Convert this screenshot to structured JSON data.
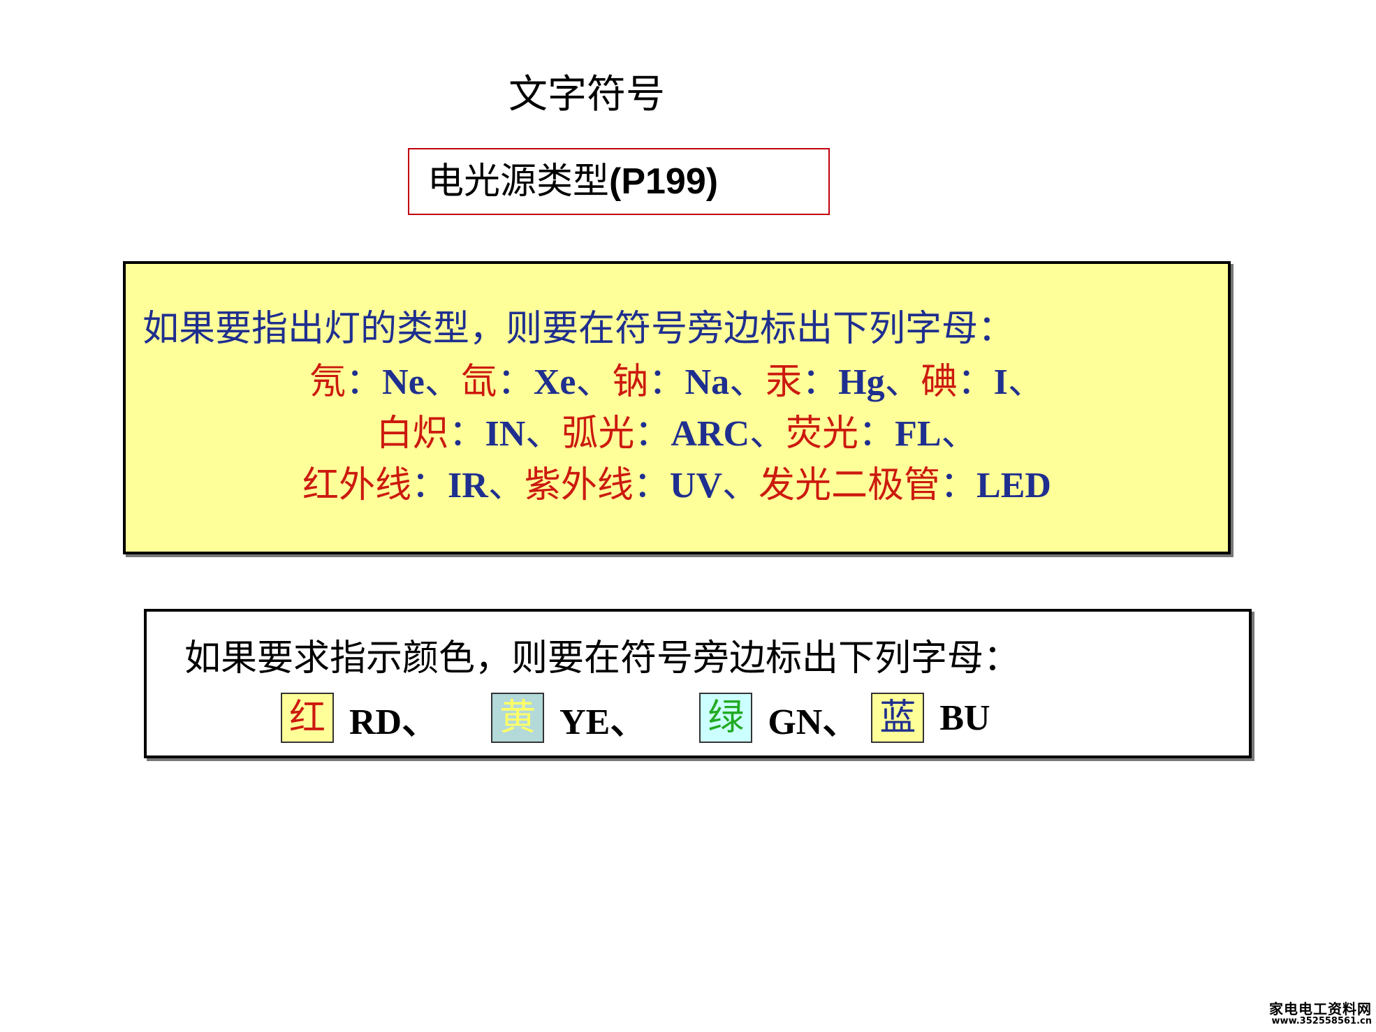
{
  "title": "文字符号",
  "subtitle": {
    "text": "电光源类型",
    "ref": "(P199)",
    "border_color": "#c0000f"
  },
  "lamp_types": {
    "intro": "如果要指出灯的类型，则要在符号旁边标出下列字母：",
    "background": "#ffff99",
    "items": [
      {
        "name": "氖",
        "code": "Ne"
      },
      {
        "name": "氙",
        "code": "Xe"
      },
      {
        "name": "钠",
        "code": "Na"
      },
      {
        "name": "汞",
        "code": "Hg"
      },
      {
        "name": "碘",
        "code": "I"
      },
      {
        "name": "白炽",
        "code": "IN"
      },
      {
        "name": "弧光",
        "code": "ARC"
      },
      {
        "name": "荧光",
        "code": "FL"
      },
      {
        "name": "红外线",
        "code": "IR"
      },
      {
        "name": "紫外线",
        "code": "UV"
      },
      {
        "name": "发光二极管",
        "code": "LED"
      }
    ],
    "colon": "：",
    "separator": "、"
  },
  "colors": {
    "intro": "如果要求指示颜色，则要在符号旁边标出下列字母：",
    "items": [
      {
        "name": "红",
        "code": "RD、",
        "text_color": "#cc1a0f",
        "bg_color": "#ffff99"
      },
      {
        "name": "黄",
        "code": "YE、",
        "text_color": "#ffff66",
        "bg_color": "#b3d9d9"
      },
      {
        "name": "绿",
        "code": "GN、",
        "text_color": "#22aa22",
        "bg_color": "#ccffff"
      },
      {
        "name": "蓝",
        "code": "BU",
        "text_color": "#1f2f8f",
        "bg_color": "#ffff99"
      }
    ]
  },
  "watermark": {
    "name": "家电电工资料网",
    "site": "www.352558561.cn"
  }
}
